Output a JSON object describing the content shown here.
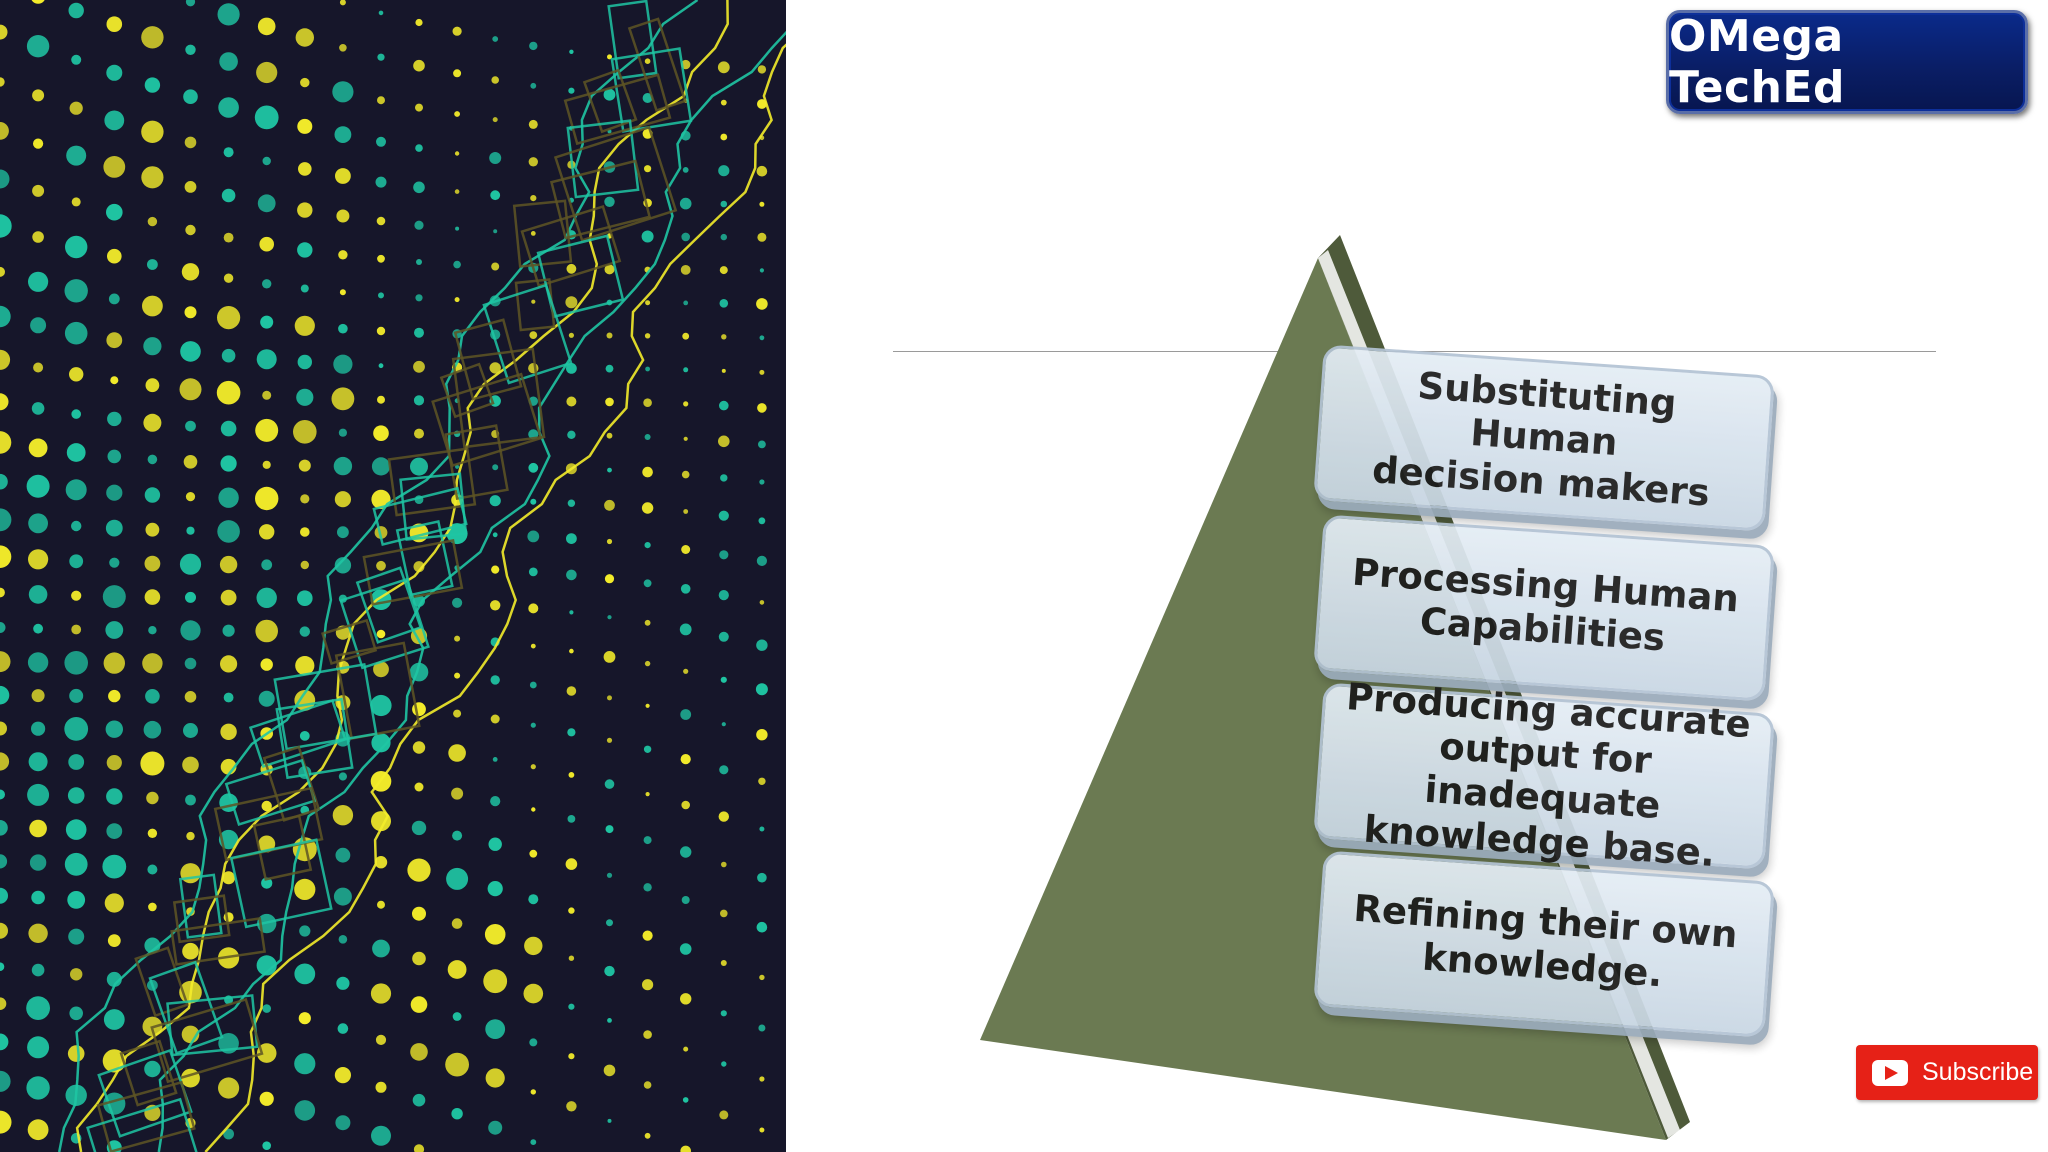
{
  "brand": {
    "label": "OMega TechEd"
  },
  "pyramid": {
    "tiers": [
      {
        "text": "Substituting Human\ndecision makers"
      },
      {
        "text": "Processing Human\nCapabilities"
      },
      {
        "text": "Producing accurate\noutput for inadequate\nknowledge base."
      },
      {
        "text": "Refining their own\nknowledge."
      }
    ],
    "colors": {
      "pyramid": "#6b7a52",
      "pyramid_dark": "#4e5a3a",
      "tier": "#d3dfea"
    }
  },
  "subscribe": {
    "label": "Subscribe",
    "icon": "youtube-play-icon",
    "color": "#e62117"
  },
  "decor": {
    "colors": {
      "background": "#16162a",
      "teal": "#1fc5a3",
      "yellow": "#f3ec2a",
      "olive": "#5e5525"
    }
  }
}
